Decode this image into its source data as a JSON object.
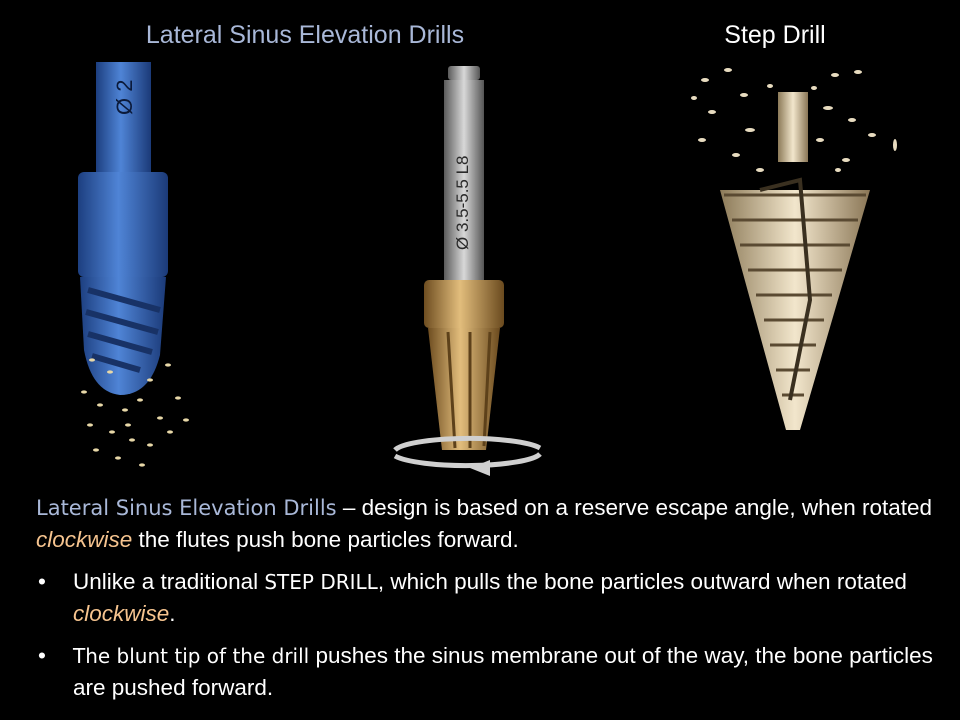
{
  "header": {
    "left_title": "Lateral Sinus Elevation Drills",
    "right_title": "Step Drill"
  },
  "illustrations": {
    "blue_drill_marking": "Ø 2",
    "center_drill_marking": "Ø 3.5-5.5 L8",
    "colors": {
      "blue_drill": "#2f5fb0",
      "bronze": "#b88c4a",
      "steel": "#9a9a9a",
      "step_drill": "#d8c8a8"
    }
  },
  "text": {
    "intro": {
      "term": "Lateral Sinus Elevation Drills",
      "part1": " – design is based on a reserve escape angle, when rotated ",
      "emphasis": "clockwise",
      "part2": " the flutes push bone particles forward."
    },
    "bullets": [
      {
        "marker": "•",
        "part1": "Unlike a traditional ",
        "term": "STEP DRILL",
        "part2": ", which pulls the bone particles outward when rotated ",
        "emphasis": "clockwise",
        "part3": "."
      },
      {
        "marker": "•",
        "term": "The blunt tip of the drill",
        "part1": " pushes the sinus membrane out of the way, the bone particles are pushed forward."
      }
    ]
  }
}
